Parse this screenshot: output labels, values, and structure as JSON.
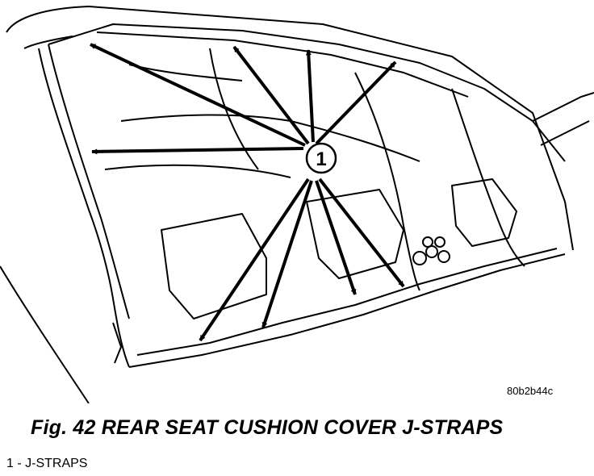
{
  "figure": {
    "callout_number": "1",
    "image_code": "80b2b44c",
    "caption": "Fig. 42 REAR SEAT CUSHION COVER J-STRAPS",
    "legend": [
      {
        "number": "1",
        "separator": " - ",
        "label": "J-STRAPS"
      }
    ]
  }
}
